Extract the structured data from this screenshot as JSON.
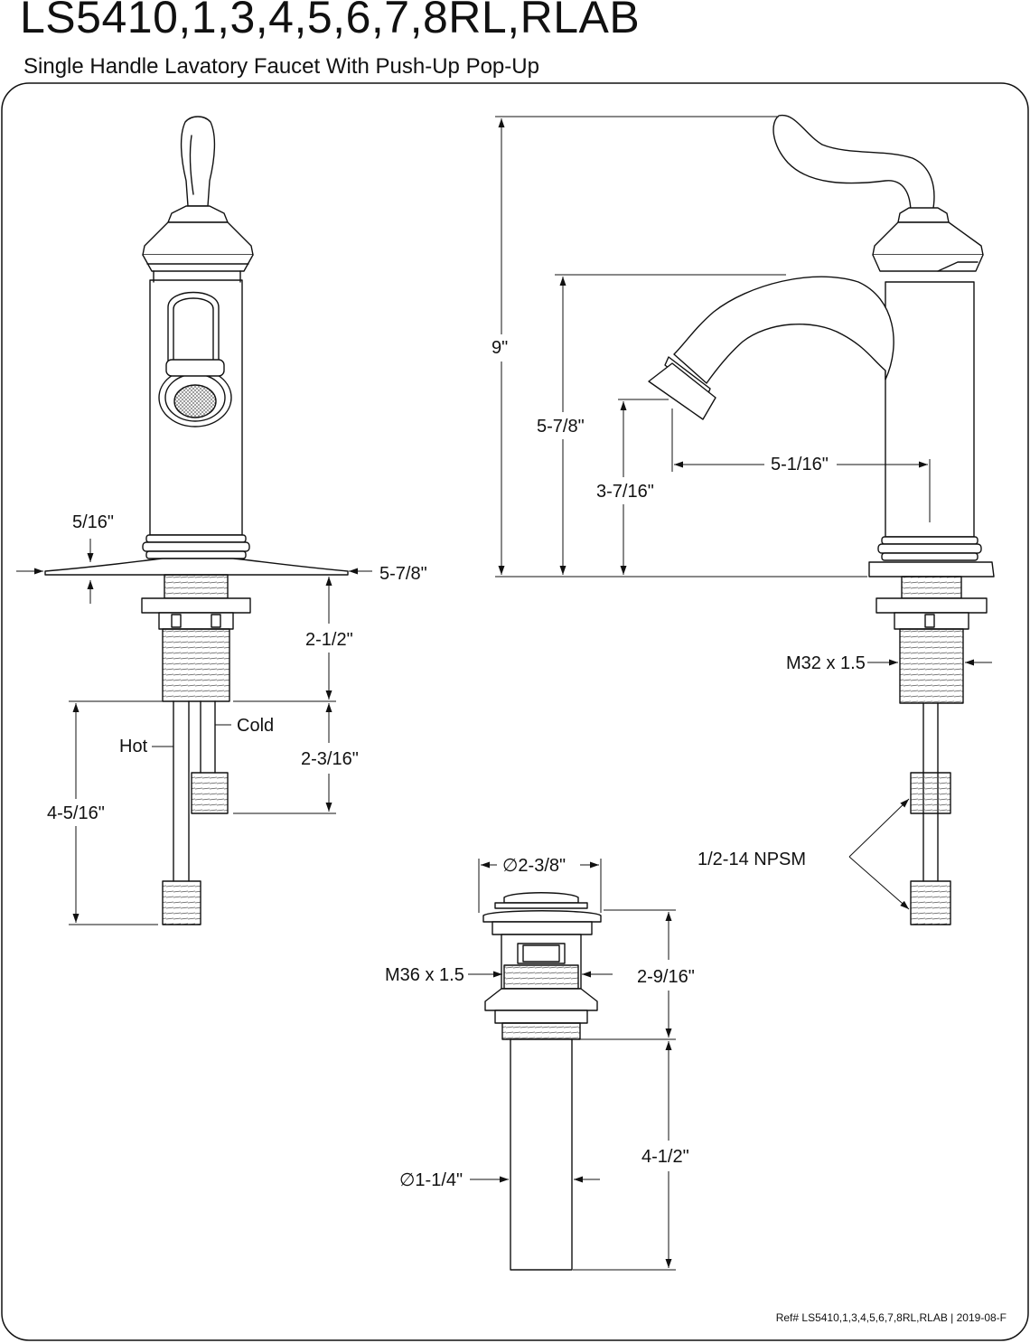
{
  "header": {
    "model": "LS5410,1,3,4,5,6,7,8RL,RLAB",
    "description": "Single Handle Lavatory Faucet With Push-Up Pop-Up"
  },
  "front_view": {
    "deck_thickness": "5/16\"",
    "deck_plate_width": "5-7/8\"",
    "shank_length": "2-1/2\"",
    "supply_offset": "2-3/16\"",
    "supply_length": "4-5/16\"",
    "hot_label": "Hot",
    "cold_label": "Cold"
  },
  "side_view": {
    "overall_height": "9\"",
    "spout_height": "5-7/8\"",
    "aerator_height": "3-7/16\"",
    "spout_reach": "5-1/16\"",
    "shank_thread": "M32 x 1.5",
    "supply_thread": "1/2-14 NPSM"
  },
  "drain_view": {
    "flange_diameter": "∅2-3/8\"",
    "body_thread": "M36 x 1.5",
    "body_height": "2-9/16\"",
    "tailpiece_length": "4-1/2\"",
    "tailpiece_diameter": "∅1-1/4\""
  },
  "footer": {
    "reference": "Ref# LS5410,1,3,4,5,6,7,8RL,RLAB | 2019-08-F"
  }
}
